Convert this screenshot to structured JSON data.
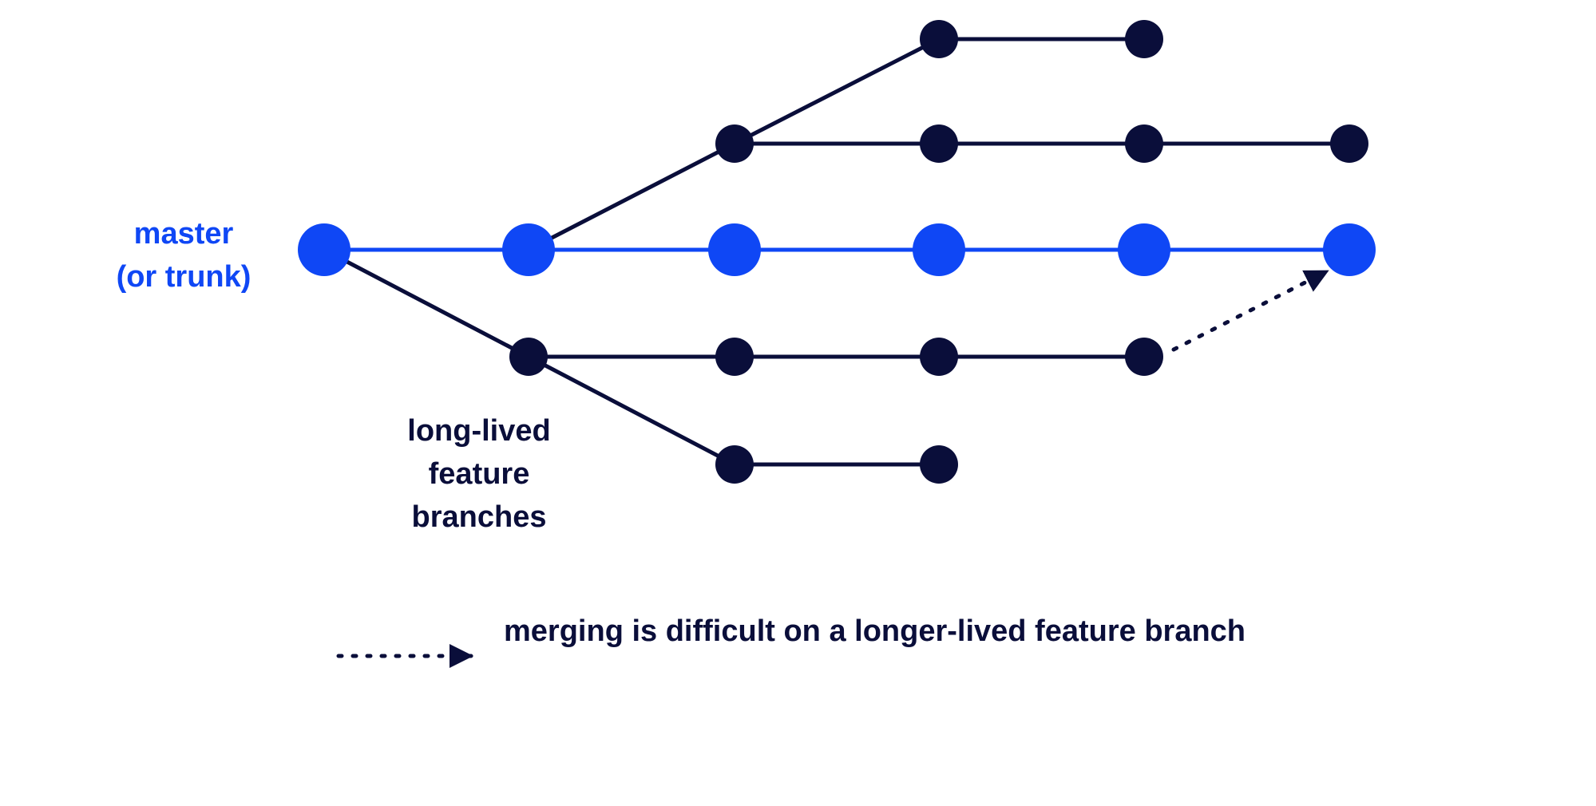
{
  "colors": {
    "trunk": "#0f47f5",
    "branch": "#0a0e3a",
    "background": "#ffffff"
  },
  "labels": {
    "trunk_line1": "master",
    "trunk_line2": "(or trunk)",
    "branches_line1": "long-lived",
    "branches_line2": "feature",
    "branches_line3": "branches"
  },
  "legend": {
    "line_style": "dotted-arrow",
    "text": "merging is difficult on a longer-lived feature branch"
  },
  "graph": {
    "trunk": {
      "name": "master",
      "commits": 6
    },
    "branches": [
      {
        "from_trunk_commit": 2,
        "commits": 4
      },
      {
        "from_branch": 1,
        "from_commit": 1,
        "commits": 2
      },
      {
        "from_trunk_commit": 1,
        "commits": 4,
        "merges_into_trunk_commit": 6
      },
      {
        "from_branch": 3,
        "from_commit": 1,
        "commits": 2
      }
    ]
  }
}
